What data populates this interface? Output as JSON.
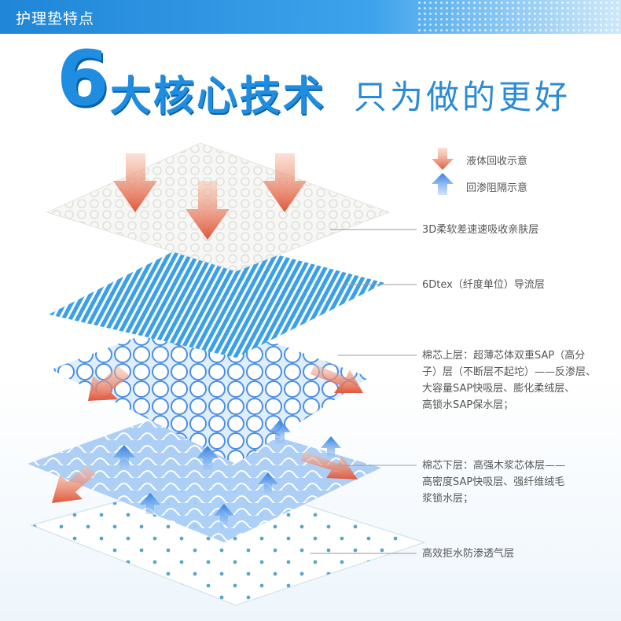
{
  "header": {
    "title": "护理垫特点"
  },
  "headline": {
    "number": "6",
    "main": "大核心技术",
    "sub": "只为做的更好"
  },
  "legend": {
    "liquid_return": {
      "label": "液体回收示意",
      "icon": "down-arrow-icon",
      "color": "#e36b4f"
    },
    "back_seep": {
      "label": "回渗阻隔示意",
      "icon": "up-arrow-icon",
      "color": "#2f7fe0"
    }
  },
  "layers": [
    {
      "lines": [
        "3D柔软差速速吸收亲肤层"
      ]
    },
    {
      "lines": [
        "6Dtex（纤度单位）导流层"
      ]
    },
    {
      "lines": [
        "棉芯上层：超薄芯体双重SAP（高分",
        "子）层（不断层不起坨）——反渗层、",
        "大容量SAP快吸层、膨化柔绒层、",
        "高锁水SAP保水层；"
      ]
    },
    {
      "lines": [
        "棉芯下层：高强木浆芯体层——",
        "高密度SAP快吸层、强纤维绒毛",
        "浆锁水层；"
      ]
    },
    {
      "lines": [
        "高效拒水防渗透气层"
      ]
    }
  ],
  "colors": {
    "brand_blue": "#1f8de0",
    "arrow_red": "#e36b4f",
    "arrow_blue": "#2f7fe0"
  }
}
